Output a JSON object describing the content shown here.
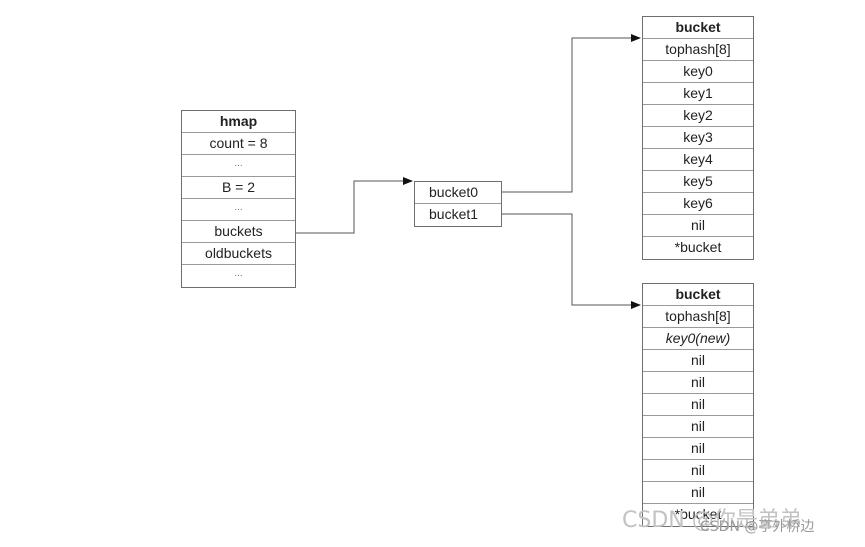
{
  "hmap": {
    "title": "hmap",
    "fields": [
      "count = 8",
      "...",
      "B = 2",
      "...",
      "buckets",
      "oldbuckets",
      "..."
    ]
  },
  "bucket_array": {
    "items": [
      "bucket0",
      "bucket1"
    ]
  },
  "bucket0": {
    "title": "bucket",
    "cells": [
      "tophash[8]",
      "key0",
      "key1",
      "key2",
      "key3",
      "key4",
      "key5",
      "key6",
      "nil",
      "*bucket"
    ]
  },
  "bucket1": {
    "title": "bucket",
    "cells": [
      "tophash[8]",
      "key0(new)",
      "nil",
      "nil",
      "nil",
      "nil",
      "nil",
      "nil",
      "nil",
      "*bucket"
    ]
  },
  "watermark": {
    "main": "CSDN @你是弟弟",
    "sub": "CSDN @亭外桥边"
  },
  "colors": {
    "border": "#6e6e6e",
    "line": "#555555",
    "text": "#222222"
  }
}
